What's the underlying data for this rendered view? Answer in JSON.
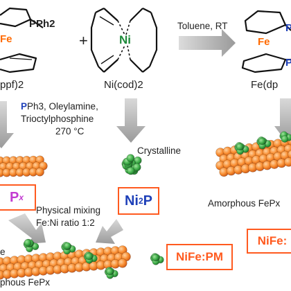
{
  "colors": {
    "orange": "#f7892b",
    "orange_dark": "#d9631a",
    "green": "#3fae49",
    "green_dark": "#237a2f",
    "iron": "#ff6a00",
    "nickel": "#1d8a3a",
    "phosphorus": "#1d3fb8",
    "box_border": "#ff5a1f",
    "fepx_magenta": "#c23bd1",
    "arrow_gray": "#a8a8a8"
  },
  "molecules": {
    "dppf_left": {
      "pph2": "PPh2",
      "fe": "Fe",
      "label": "ppf)2"
    },
    "nicod": {
      "ni": "Ni",
      "label": "Ni(cod)2"
    },
    "plus": "+",
    "dppf_right": {
      "fe": "Fe",
      "label": "Fe(dp"
    }
  },
  "arrows": {
    "top_label": "Toluene, RT"
  },
  "conditions": {
    "p_letter": "P",
    "line1_rest": "Ph3, Oleylamine,",
    "line2": "Trioctylphosphine",
    "line3": "270 °C"
  },
  "labels": {
    "crystalline": "Crystalline",
    "amorphous_right": "Amorphous FePx",
    "physical_mixing": "Physical mixing",
    "fe_ni_ratio": "Fe:Ni ratio 1:2",
    "amorphous_bottom": "phous FePx",
    "left_cut": "e"
  },
  "boxes": {
    "fepx": "P",
    "fepx_sub": "x",
    "ni2p": "Ni",
    "ni2p_sub": "2",
    "ni2p_tail": "P",
    "nifepm": "NiFe:PM",
    "nife_right": "NiFe:"
  }
}
